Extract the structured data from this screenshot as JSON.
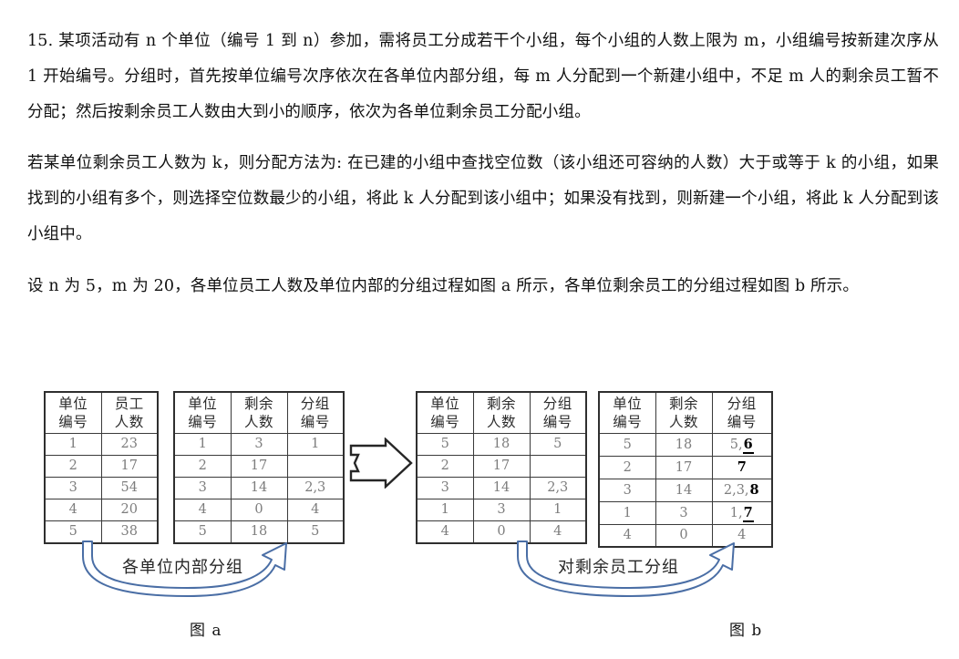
{
  "problem": {
    "number": "15.",
    "paragraphs": [
      "15. 某项活动有 n 个单位（编号 1 到 n）参加，需将员工分成若干个小组，每个小组的人数上限为 m，小组编号按新建次序从 1 开始编号。分组时，首先按单位编号次序依次在各单位内部分组，每 m 人分配到一个新建小组中，不足 m 人的剩余员工暂不分配；然后按剩余员工人数由大到小的顺序，依次为各单位剩余员工分配小组。",
      "若某单位剩余员工人数为 k，则分配方法为: 在已建的小组中查找空位数（该小组还可容纳的人数）大于或等于 k 的小组，如果找到的小组有多个，则选择空位数最少的小组，将此 k 人分配到该小组中；如果没有找到，则新建一个小组，将此 k 人分配到该小组中。",
      "设 n 为 5，m 为 20，各单位员工人数及单位内部的分组过程如图 a 所示，各单位剩余员工的分组过程如图 b 所示。"
    ]
  },
  "figures": {
    "figure_a": {
      "caption": "图 a",
      "curve_label": "各单位内部分组",
      "table_left": {
        "headers": [
          {
            "line1": "单位",
            "line2": "编号"
          },
          {
            "line1": "员工",
            "line2": "人数"
          }
        ],
        "rows": [
          [
            "1",
            "23"
          ],
          [
            "2",
            "17"
          ],
          [
            "3",
            "54"
          ],
          [
            "4",
            "20"
          ],
          [
            "5",
            "38"
          ]
        ]
      },
      "table_right": {
        "headers": [
          {
            "line1": "单位",
            "line2": "编号"
          },
          {
            "line1": "剩余",
            "line2": "人数"
          },
          {
            "line1": "分组",
            "line2": "编号"
          }
        ],
        "rows": [
          [
            "1",
            "3",
            "1"
          ],
          [
            "2",
            "17",
            ""
          ],
          [
            "3",
            "14",
            "2,3"
          ],
          [
            "4",
            "0",
            "4"
          ],
          [
            "5",
            "18",
            "5"
          ]
        ]
      }
    },
    "figure_b": {
      "caption": "图 b",
      "curve_label": "对剩余员工分组",
      "table_left": {
        "headers": [
          {
            "line1": "单位",
            "line2": "编号"
          },
          {
            "line1": "剩余",
            "line2": "人数"
          },
          {
            "line1": "分组",
            "line2": "编号"
          }
        ],
        "rows": [
          [
            "5",
            "18",
            "5"
          ],
          [
            "2",
            "17",
            ""
          ],
          [
            "3",
            "14",
            "2,3"
          ],
          [
            "1",
            "3",
            "1"
          ],
          [
            "4",
            "0",
            "4"
          ]
        ]
      },
      "table_right": {
        "headers": [
          {
            "line1": "单位",
            "line2": "编号"
          },
          {
            "line1": "剩余",
            "line2": "人数"
          },
          {
            "line1": "分组",
            "line2": "编号"
          }
        ],
        "rows": [
          {
            "unit": "5",
            "remaining": "18",
            "group_plain": "5,",
            "group_marked": "6",
            "underline": true
          },
          {
            "unit": "2",
            "remaining": "17",
            "group_plain": "",
            "group_marked": "7",
            "underline": false
          },
          {
            "unit": "3",
            "remaining": "14",
            "group_plain": "2,3,",
            "group_marked": "8",
            "underline": false
          },
          {
            "unit": "1",
            "remaining": "3",
            "group_plain": "1,",
            "group_marked": "7",
            "underline": true
          },
          {
            "unit": "4",
            "remaining": "0",
            "group_plain": "4",
            "group_marked": "",
            "underline": false
          }
        ]
      }
    },
    "middle_arrow": "right-block-arrow"
  },
  "colors": {
    "text": "#101010",
    "table_border": "#2f2f2f",
    "table_value": "#7d7d7d",
    "curve_arrow": "#4a6ea5",
    "mark": "#000000"
  }
}
